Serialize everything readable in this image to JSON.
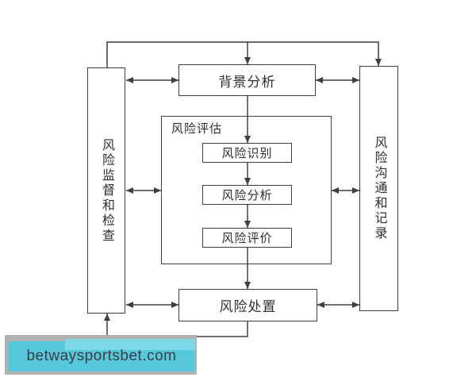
{
  "diagram": {
    "line_color": "#3f3f3f",
    "text_color": "#2f2f2f",
    "nodes": {
      "context_analysis": {
        "label": "背景分析"
      },
      "risk_assessment_group": {
        "label": "风险评估"
      },
      "risk_identification": {
        "label": "风险识别"
      },
      "risk_analysis": {
        "label": "风险分析"
      },
      "risk_evaluation": {
        "label": "风险评价"
      },
      "risk_treatment": {
        "label": "风险处置"
      },
      "risk_monitor_review": {
        "label": "风险监督和检查"
      },
      "risk_communication_record": {
        "label": "风险沟通和记录"
      }
    }
  },
  "watermark": {
    "text": "betwaysportsbet.com",
    "bg_color": "#56c8dc",
    "highlight_color": "#7ed7e6",
    "shadow_color": "#b2b2b2",
    "text_color": "#3c3c44"
  }
}
